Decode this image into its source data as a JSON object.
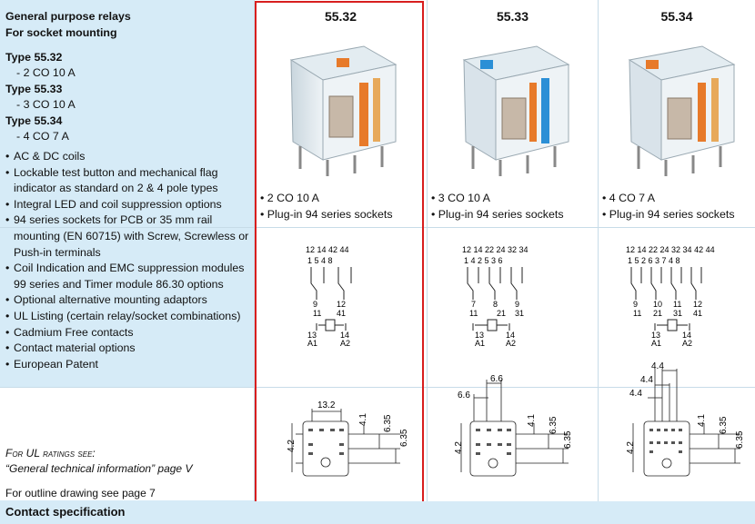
{
  "left": {
    "title1": "General purpose relays",
    "title2": "For socket mounting",
    "types": [
      {
        "name": "Type 55.32",
        "spec": "-  2 CO 10 A"
      },
      {
        "name": "Type 55.33",
        "spec": "-  3 CO 10 A"
      },
      {
        "name": "Type 55.34",
        "spec": "-  4 CO 7 A"
      }
    ],
    "bullets": [
      "AC & DC coils",
      "Lockable test button and mechanical flag indicator as standard on 2 & 4 pole types",
      "Integral LED and coil suppression options",
      "94 series sockets for PCB or 35 mm rail mounting (EN 60715) with Screw, Screwless or Push-in terminals",
      "Coil Indication and EMC suppression modules 99 series and Timer module 86.30 options",
      "Optional alternative mounting adaptors",
      "UL Listing (certain relay/socket combinations)",
      "Cadmium Free contacts",
      "Contact material options",
      "European Patent"
    ],
    "ul_note1": "For UL ratings see:",
    "ul_note2": "“General technical information” page V",
    "outline_note": "For outline drawing see page 7"
  },
  "columns": [
    {
      "title": "55.32",
      "features": [
        "2 CO 10 A",
        "Plug-in 94 series sockets"
      ],
      "selected": true,
      "pins_top": "12 14 42 44",
      "pins_mid": "1  5  4  8",
      "pins_a": "9",
      "pins_b": "12",
      "pins_c": "11",
      "pins_d": "41",
      "coil_l": "13",
      "coil_l2": "A1",
      "coil_r": "14",
      "coil_r2": "A2",
      "dim_w": "13.2",
      "dim_a": "4.1",
      "dim_b": "6.35",
      "dim_c": "6.35",
      "dim_h": "4.2"
    },
    {
      "title": "55.33",
      "features": [
        "3 CO 10 A",
        "Plug-in 94 series sockets"
      ],
      "selected": false,
      "pins_top": "12 14 22 24 32 34",
      "pins_mid": "1  4  2  5  3  6",
      "pins_a": "7",
      "pins_b": "8",
      "pins_c": "9",
      "pins_d": "11",
      "pins_e": "21",
      "pins_f": "31",
      "coil_l": "13",
      "coil_l2": "A1",
      "coil_r": "14",
      "coil_r2": "A2",
      "dim_w1": "6.6",
      "dim_w2": "6.6",
      "dim_a": "4.1",
      "dim_b": "6.35",
      "dim_c": "6.35",
      "dim_h": "4.2"
    },
    {
      "title": "55.34",
      "features": [
        "4 CO 7 A",
        "Plug-in 94 series sockets"
      ],
      "selected": false,
      "pins_top": "12 14 22 24 32 34 42 44",
      "pins_mid": "1  5  2  6  3  7  4  8",
      "pins_a": "9",
      "pins_b": "10",
      "pins_c": "11",
      "pins_d": "12",
      "pins_e": "11",
      "pins_f": "21",
      "pins_g": "31",
      "pins_h": "41",
      "coil_l": "13",
      "coil_l2": "A1",
      "coil_r": "14",
      "coil_r2": "A2",
      "dim_w1": "4.4",
      "dim_w2": "4.4",
      "dim_w3": "4.4",
      "dim_a": "4.1",
      "dim_b": "6.35",
      "dim_c": "6.35",
      "dim_h": "4.2"
    }
  ],
  "footer": {
    "label": "Contact specification"
  },
  "colors": {
    "panel": "#d6ebf7",
    "accent": "#d81e1e",
    "relay_orange": "#e77a2a",
    "relay_blue": "#2b8fd6"
  }
}
